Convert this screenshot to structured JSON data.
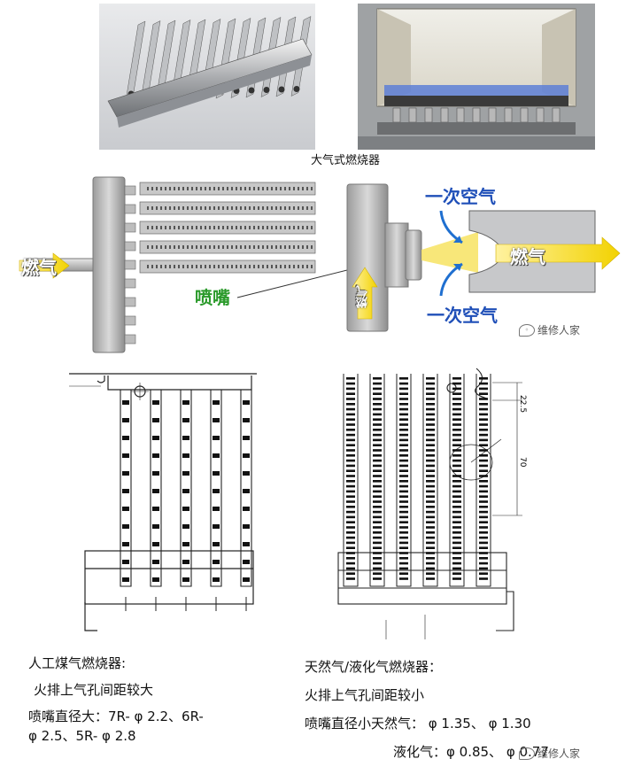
{
  "photo_caption": "大气式燃烧器",
  "schematic": {
    "gas_label_left": "燃气",
    "nozzle_label": "喷嘴",
    "gas_label_vertical": "燃气",
    "primary_air_top": "一次空气",
    "primary_air_bottom": "一次空气",
    "gas_label_right": "燃气"
  },
  "watermark": "维修人家",
  "dimension_labels": {
    "top": "22.5",
    "mid": "70"
  },
  "left_text": {
    "title": "人工煤气燃烧器:",
    "line1": "火排上气孔间距较大",
    "line2": "喷嘴直径大：7R- φ 2.2、6R-",
    "line3": "φ 2.5、5R- φ 2.8"
  },
  "right_text": {
    "title": "天然气/液化气燃烧器：",
    "line1": "火排上气孔间距较小",
    "line2": "喷嘴直径小天然气： φ 1.35、 φ 1.30",
    "line3": "液化气：φ 0.85、 φ 0.77"
  },
  "colors": {
    "blue_label": "#1f4fb8",
    "green_label": "#2a9a2a",
    "arrow_yellow": "#f2d200"
  }
}
